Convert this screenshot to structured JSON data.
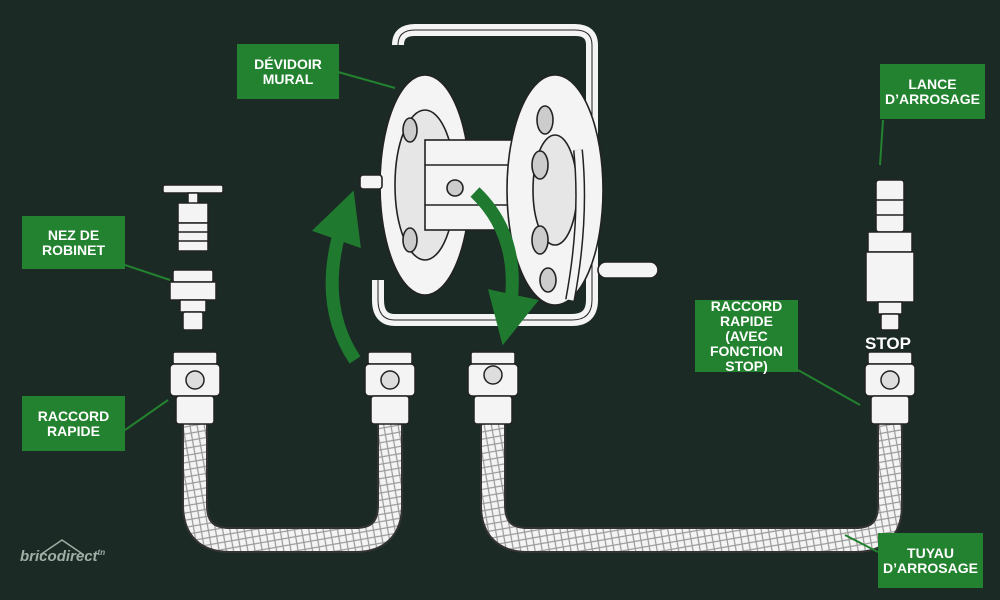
{
  "colors": {
    "background": "#1b2a24",
    "label_bg": "#23822f",
    "arrow": "#1f7a2f",
    "line_art": "#ffffff"
  },
  "labels": {
    "devidoir": "DÉVIDOIR\nMURAL",
    "nez": "NEZ DE\nROBINET",
    "raccord": "RACCORD\nRAPIDE",
    "raccord_stop": "RACCORD\nRAPIDE\n(AVEC FONCTION\nSTOP)",
    "lance": "LANCE\nD’ARROSAGE",
    "tuyau": "TUYAU\nD’ARROSAGE",
    "stop": "STOP"
  },
  "brand": {
    "name_part1": "brico",
    "name_part2": "direct",
    "suffix": "tn"
  }
}
